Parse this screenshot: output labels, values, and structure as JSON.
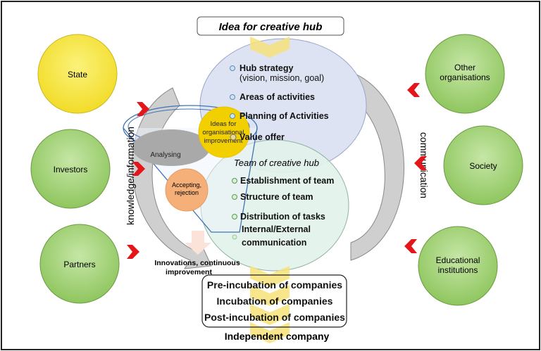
{
  "title": "Idea for creative hub",
  "strategy_items": [
    "Hub strategy",
    "(vision, mission, goal)",
    "Areas of activities",
    "Planning of Activities",
    "Value offer"
  ],
  "team_title": "Team of creative hub",
  "team_items": [
    "Establishment of team",
    "Structure of team",
    "Distribution of tasks",
    "Internal/External",
    "communication"
  ],
  "funnel": {
    "ideas": [
      "Ideas for",
      "organisational",
      "improvement"
    ],
    "analysing": "Analysing",
    "accepting": [
      "Accepting,",
      "rejection"
    ]
  },
  "innovations": [
    "Innovations, continuous",
    "improvement"
  ],
  "left_actors": [
    "State",
    "Investors",
    "Partners"
  ],
  "right_actors": [
    [
      "Other",
      "organisations"
    ],
    [
      "Society"
    ],
    [
      "Educational",
      "institutions"
    ]
  ],
  "left_arrow_label": "knowledge/information",
  "right_arrow_label": "communication",
  "incubation": [
    "Pre-incubation of companies",
    "Incubation of companies",
    "Post-incubation of companies"
  ],
  "outcome": "Independent company",
  "colors": {
    "actor_fill": "#a9d47f",
    "state_fill": "#f7e84a",
    "chevron": "#e3161b",
    "strategy_fill": "#dde3f3",
    "team_fill": "#e2f2ea",
    "arrow_grey": "#c8c8c8",
    "yellow": "#f2d000",
    "orange": "#f5b07a"
  }
}
